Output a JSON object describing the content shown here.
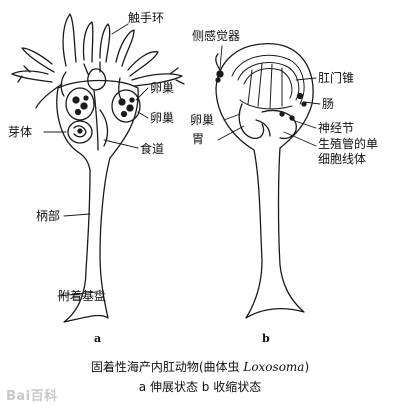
{
  "figure": {
    "a": {
      "panel_label": "a",
      "labels": {
        "tentacle_ring": "触手环",
        "ovary": "卵巢",
        "bud": "芽体",
        "esophagus": "食道",
        "stalk": "柄部",
        "attachment_disc": "附着基盘"
      }
    },
    "b": {
      "panel_label": "b",
      "labels": {
        "lateral_sense_organ": "侧感觉器",
        "anal_cone": "肛门锥",
        "intestine": "肠",
        "ovary": "卵巢",
        "stomach": "胃",
        "ganglion": "神经节",
        "protonephridium_line1": "生殖管的单",
        "protonephridium_line2": "细胞线体"
      }
    },
    "caption": {
      "title_prefix": "固着性海产内肛动物(曲体虫 ",
      "title_latin": "Loxosoma",
      "title_suffix": ")",
      "subtitle": "a 伸展状态  b 收缩状态"
    },
    "watermark": "Bai百科"
  }
}
